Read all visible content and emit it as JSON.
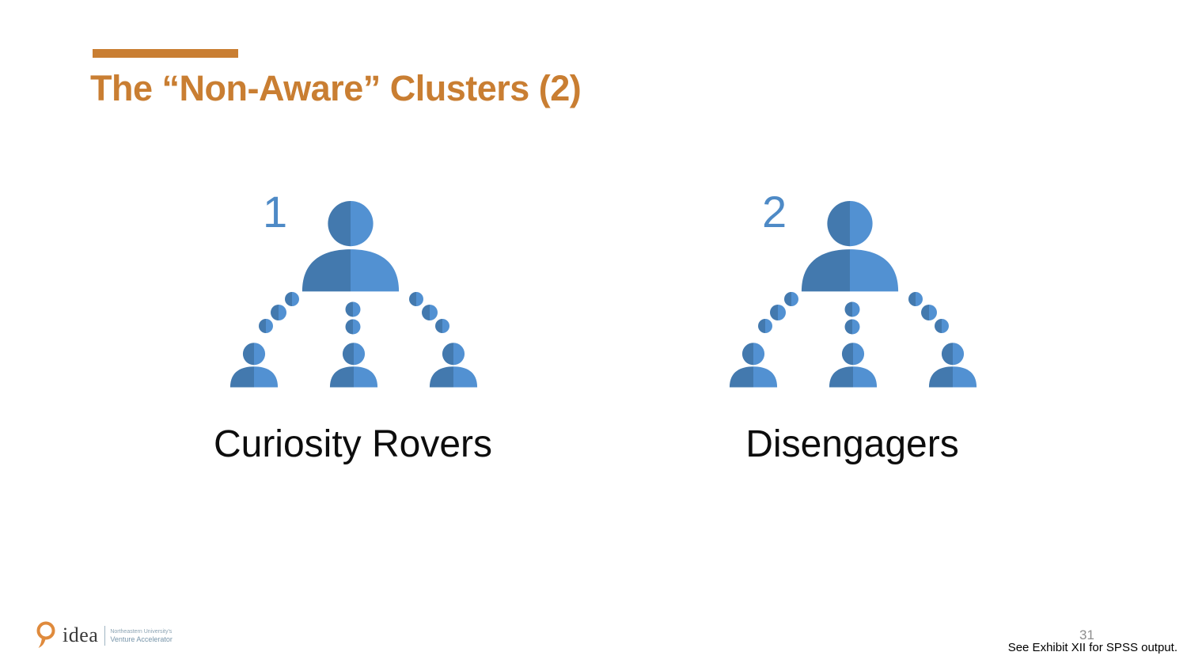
{
  "slide": {
    "title": "The “Non-Aware” Clusters (2)"
  },
  "clusters": [
    {
      "number": "1",
      "label": "Curiosity Rovers"
    },
    {
      "number": "2",
      "label": "Disengagers"
    }
  ],
  "footer": {
    "logo_text": "idea",
    "logo_tagline_line1": "Northeastern University's",
    "logo_tagline_line2": "Venture Accelerator",
    "page_number": "31",
    "footnote": "See Exhibit XII for SPSS output."
  },
  "colors": {
    "accent_orange": "#c97e32",
    "icon_blue_dark": "#4379ae",
    "icon_blue_light": "#5291d2",
    "cluster_number_blue": "#4e8ac6",
    "logo_orange": "#df8a3c",
    "page_number_gray": "#8e8e8e"
  }
}
